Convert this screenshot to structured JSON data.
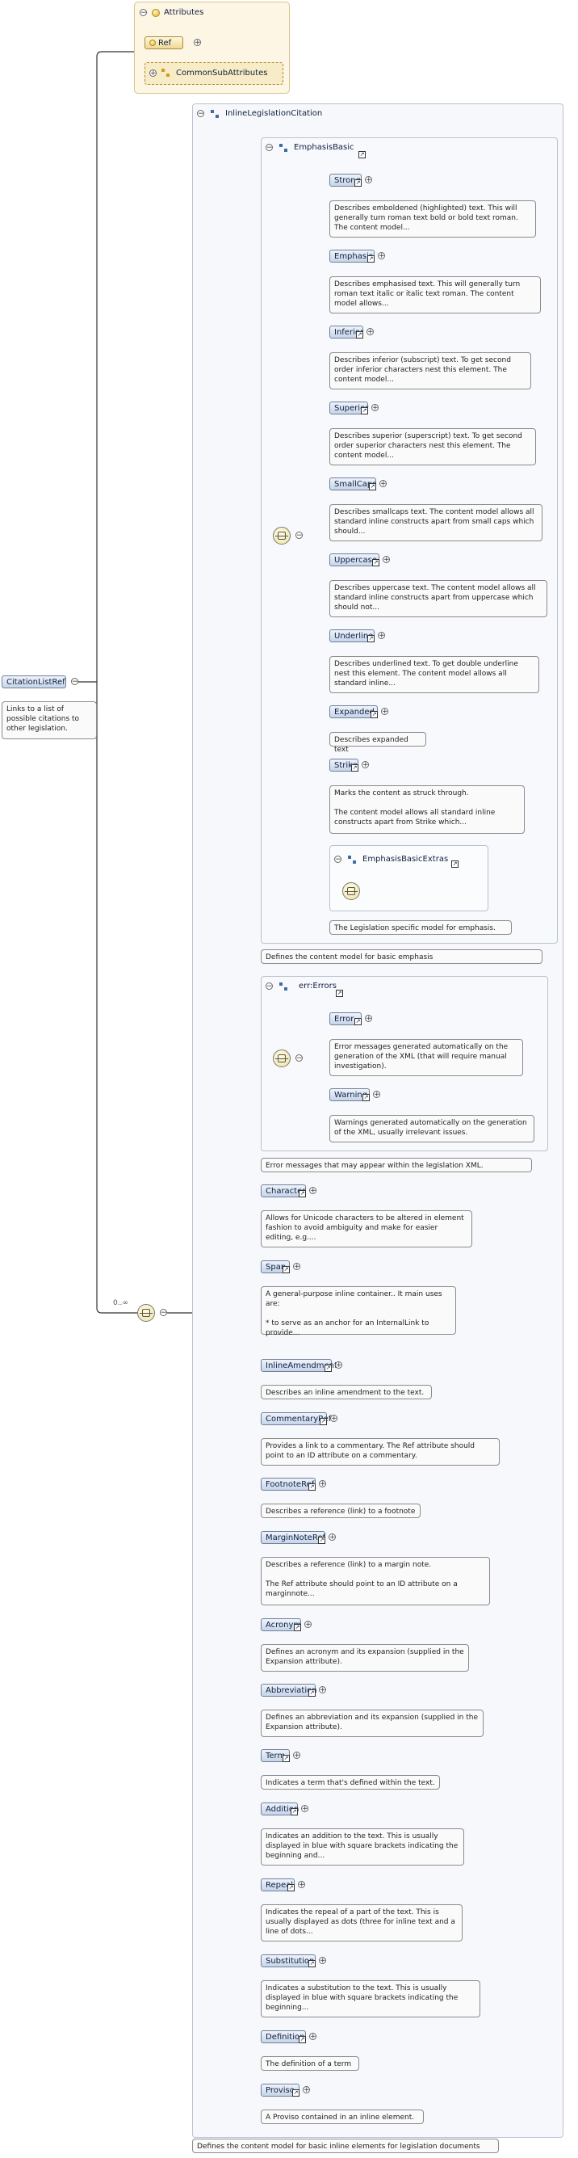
{
  "root": {
    "name": "CitationListRef",
    "doc": "Links to a list of possible citations to other legislation."
  },
  "attributes": {
    "title": "Attributes",
    "ref": "Ref",
    "common": "CommonSubAttributes"
  },
  "cardinality": "0..∞",
  "inline_group": {
    "name": "InlineLegislationCitation",
    "doc": "Defines the content model for basic inline elements for legislation documents"
  },
  "emphasis_basic": {
    "name": "EmphasisBasic",
    "doc": "Defines the content model for basic emphasis",
    "extras_name": "EmphasisBasicExtras",
    "extras_doc": "The Legislation specific model for emphasis.",
    "elements": [
      {
        "name": "Strong",
        "doc": "Describes emboldened (highlighted) text. This will generally turn roman text bold or bold text roman. The content model..."
      },
      {
        "name": "Emphasis",
        "doc": "Describes emphasised text. This will generally turn roman text italic or italic text roman. The content model allows..."
      },
      {
        "name": "Inferior",
        "doc": "Describes inferior (subscript) text. To get second order inferior characters nest this element. The content model..."
      },
      {
        "name": "Superior",
        "doc": "Describes superior (superscript) text. To get second order superior characters nest this element. The content model..."
      },
      {
        "name": "SmallCaps",
        "doc": "Describes smallcaps text. The content model allows all standard inline constructs apart from small caps which should..."
      },
      {
        "name": "Uppercase",
        "doc": "Describes uppercase text. The content model allows all standard inline constructs apart from uppercase which should not..."
      },
      {
        "name": "Underline",
        "doc": "Describes underlined text. To get double underline nest this element. The content model allows all standard inline..."
      },
      {
        "name": "Expanded",
        "doc": "Describes expanded text"
      },
      {
        "name": "Strike",
        "doc": "Marks the content as struck through.\n\nThe content model allows all standard inline constructs apart from Strike which..."
      }
    ]
  },
  "errors": {
    "name": "err:Errors",
    "doc": "Error messages that may appear within the legislation XML.",
    "elements": [
      {
        "name": "Error",
        "doc": "Error messages generated automatically on the generation of the XML (that will require manual investigation)."
      },
      {
        "name": "Warning",
        "doc": "Warnings generated automatically on the generation of the XML, usually irrelevant issues."
      }
    ]
  },
  "inline_elements": [
    {
      "name": "Character",
      "doc": "Allows for Unicode characters to be altered in element fashion to avoid ambiguity and make for easier editing, e.g...."
    },
    {
      "name": "Span",
      "doc": "A general-purpose inline container.. It main uses are:\n\n * to serve as an anchor for an InternalLink to provide..."
    },
    {
      "name": "InlineAmendment",
      "doc": "Describes an inline amendment to the text."
    },
    {
      "name": "CommentaryRef",
      "doc": "Provides a link to a commentary. The Ref attribute should point to an ID attribute on a commentary."
    },
    {
      "name": "FootnoteRef",
      "doc": "Describes a reference (link) to a footnote"
    },
    {
      "name": "MarginNoteRef",
      "doc": "Describes a reference (link) to a margin note.\n\nThe Ref attribute should point to an ID attribute on a marginnote..."
    },
    {
      "name": "Acronym",
      "doc": "Defines an acronym and its expansion (supplied in the Expansion attribute)."
    },
    {
      "name": "Abbreviation",
      "doc": "Defines an abbreviation and its expansion (supplied in the Expansion attribute)."
    },
    {
      "name": "Term",
      "doc": "Indicates a term that's defined within the text."
    },
    {
      "name": "Addition",
      "doc": "Indicates an addition to the text. This is usually displayed in blue with square brackets indicating the beginning and..."
    },
    {
      "name": "Repeal",
      "doc": "Indicates the repeal of a part of the text. This is usually displayed as dots (three for inline text and a line of dots..."
    },
    {
      "name": "Substitution",
      "doc": "Indicates a substitution to the text. This is usually displayed in blue with square brackets indicating the beginning..."
    },
    {
      "name": "Definition",
      "doc": "The definition of a term"
    },
    {
      "name": "Proviso",
      "doc": "A Proviso contained in an inline element."
    }
  ],
  "colors": {
    "element_fill": "#c7d5ea",
    "group_border": "#b9c3cf",
    "attribute_fill": "#fdf6e4",
    "compositor_fill": "#efe29f"
  }
}
